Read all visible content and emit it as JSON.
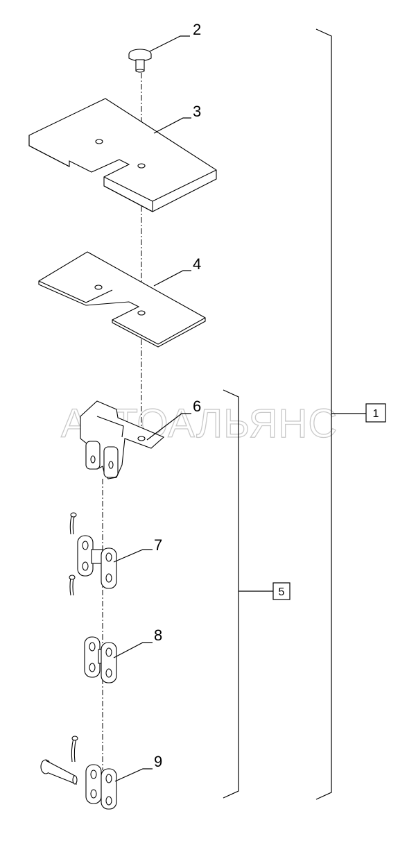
{
  "watermark": "АВТОАЛЬЯНС",
  "callouts": {
    "c2": "2",
    "c3": "3",
    "c4": "4",
    "c6": "6",
    "c7": "7",
    "c8": "8",
    "c9": "9"
  },
  "groups": {
    "g1": "1",
    "g5": "5"
  }
}
